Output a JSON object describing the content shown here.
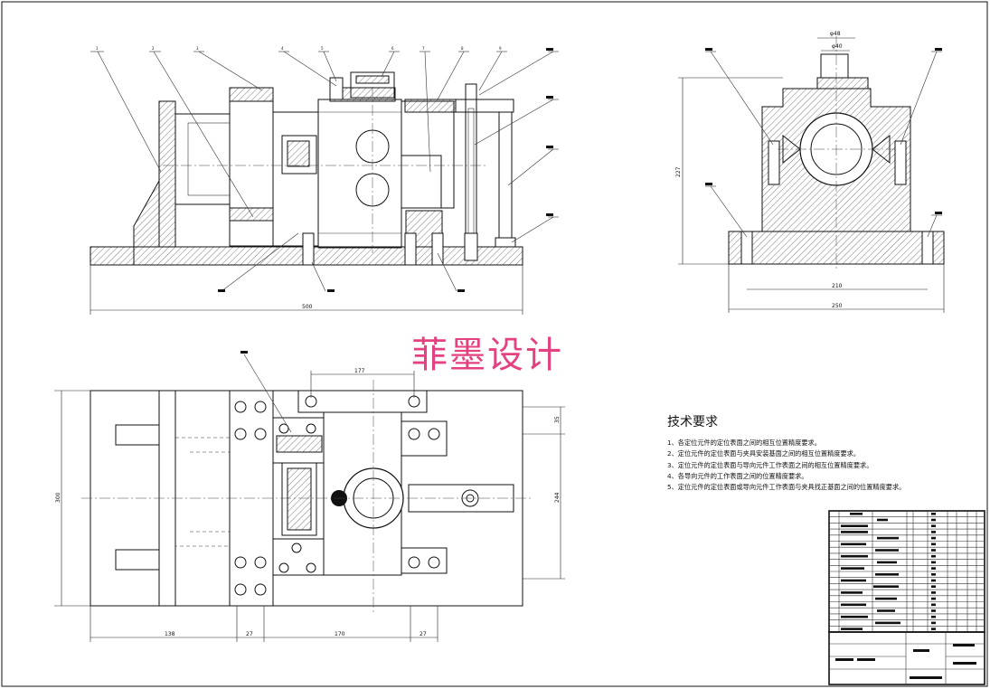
{
  "watermark": "菲墨设计",
  "dimensions": {
    "front_width": "500",
    "side_width": "250",
    "side_height": "227",
    "side_base_inner": "210",
    "bore_top1": "φ48",
    "bore_top2": "φ40",
    "plan_height": "300",
    "plan_right": "244",
    "plan_top_right": "35",
    "plan_top_span": "177",
    "plan_bottom_1": "138",
    "plan_bottom_2": "27",
    "plan_bottom_3": "170",
    "plan_bottom_4": "27"
  },
  "balloons": [
    "1",
    "2",
    "3",
    "4",
    "5",
    "6",
    "7",
    "8",
    "9"
  ],
  "tech_requirements": {
    "title": "技术要求",
    "items": [
      "1、各定位元件的定位表面之间的相互位置精度要求。",
      "2、定位元件的定位表面与夹具安装基面之间的相互位置精度要求。",
      "3、定位元件的定位表面与导向元件工作表面之间的相互位置精度要求。",
      "4、各导向元件的工作表面之间的位置精度要求。",
      "5、定位元件的定位表面或导向元件工作表面与夹具找正基面之间的位置精度要求。"
    ]
  }
}
